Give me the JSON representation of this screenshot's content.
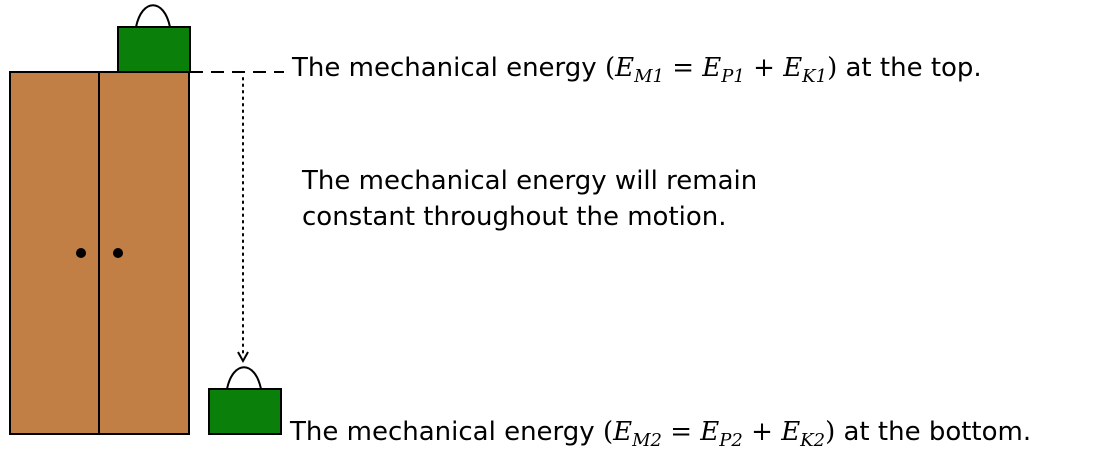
{
  "labels": {
    "top": {
      "prefix": "The mechanical energy ",
      "lhs_base": "E",
      "lhs_sub": "M1",
      "term1_base": "E",
      "term1_sub": "P1",
      "term2_base": "E",
      "term2_sub": "K1",
      "suffix": " at the top."
    },
    "bottom": {
      "prefix": "The mechanical energy ",
      "lhs_base": "E",
      "lhs_sub": "M2",
      "term1_base": "E",
      "term1_sub": "P2",
      "term2_base": "E",
      "term2_sub": "K2",
      "suffix": " at the bottom."
    },
    "middle": {
      "line1": "The mechanical energy will remain",
      "line2": "constant throughout the motion."
    }
  },
  "colors": {
    "wardrobe": "#c17f45",
    "bag": "#0a7f0a",
    "outline": "#000000"
  }
}
